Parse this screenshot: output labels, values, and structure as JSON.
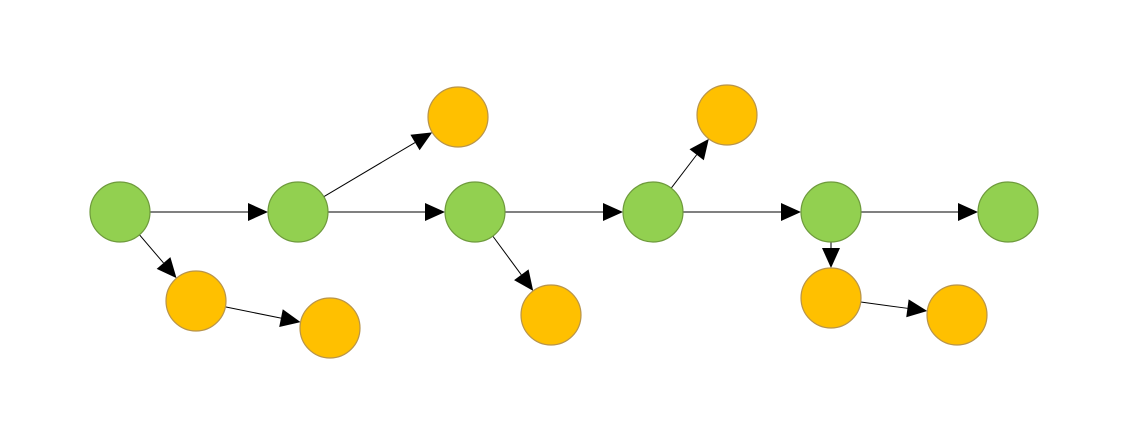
{
  "colors": {
    "main_node_fill": "#92d050",
    "main_node_stroke": "#6e9a3c",
    "branch_node_fill": "#ffc000",
    "branch_node_stroke": "#b8944a",
    "edge": "#000000",
    "background": "#ffffff"
  },
  "nodes": [
    {
      "id": "m1",
      "kind": "main"
    },
    {
      "id": "m2",
      "kind": "main"
    },
    {
      "id": "m3",
      "kind": "main"
    },
    {
      "id": "m4",
      "kind": "main"
    },
    {
      "id": "m5",
      "kind": "main"
    },
    {
      "id": "m6",
      "kind": "main"
    },
    {
      "id": "b1",
      "kind": "branch"
    },
    {
      "id": "b2",
      "kind": "branch"
    },
    {
      "id": "b3",
      "kind": "branch"
    },
    {
      "id": "b4",
      "kind": "branch"
    },
    {
      "id": "b5",
      "kind": "branch"
    },
    {
      "id": "b6",
      "kind": "branch"
    },
    {
      "id": "b7",
      "kind": "branch"
    }
  ],
  "edges": [
    {
      "from": "m1",
      "to": "m2"
    },
    {
      "from": "m2",
      "to": "m3"
    },
    {
      "from": "m3",
      "to": "m4"
    },
    {
      "from": "m4",
      "to": "m5"
    },
    {
      "from": "m5",
      "to": "m6"
    },
    {
      "from": "m1",
      "to": "b1"
    },
    {
      "from": "b1",
      "to": "b2"
    },
    {
      "from": "m2",
      "to": "b3"
    },
    {
      "from": "m3",
      "to": "b4"
    },
    {
      "from": "m4",
      "to": "b5"
    },
    {
      "from": "m5",
      "to": "b6"
    },
    {
      "from": "b6",
      "to": "b7"
    }
  ]
}
